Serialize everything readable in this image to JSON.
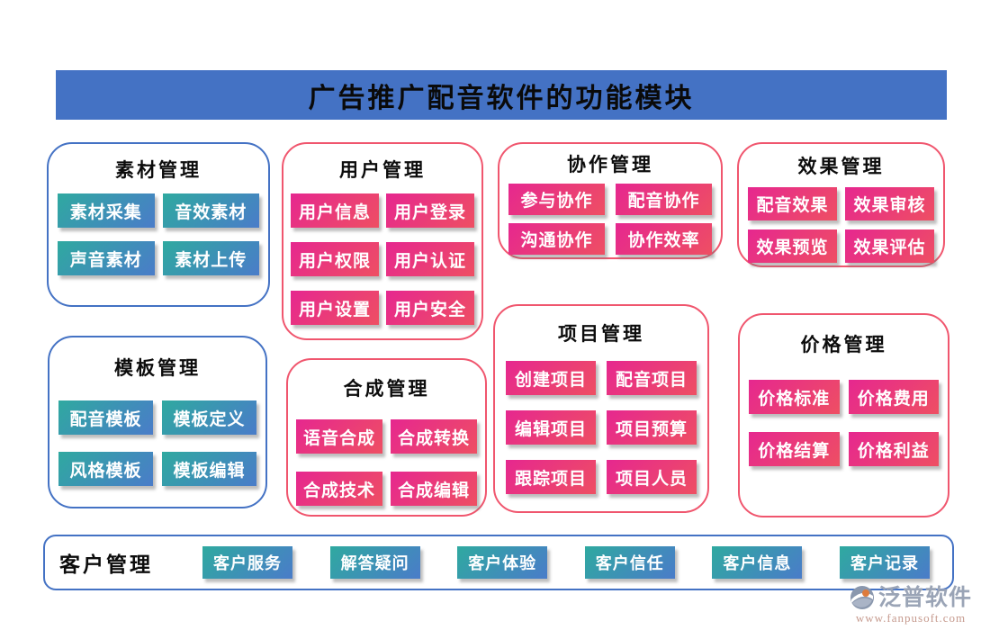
{
  "banner": {
    "title": "广告推广配音软件的功能模块"
  },
  "panels": [
    {
      "id": "material",
      "title": "素材管理",
      "theme": "blue",
      "buttons": [
        "素材采集",
        "音效素材",
        "声音素材",
        "素材上传"
      ]
    },
    {
      "id": "user",
      "title": "用户管理",
      "theme": "pink",
      "buttons": [
        "用户信息",
        "用户登录",
        "用户权限",
        "用户认证",
        "用户设置",
        "用户安全"
      ]
    },
    {
      "id": "collab",
      "title": "协作管理",
      "theme": "pink",
      "buttons": [
        "参与协作",
        "配音协作",
        "沟通协作",
        "协作效率"
      ]
    },
    {
      "id": "effect",
      "title": "效果管理",
      "theme": "pink",
      "buttons": [
        "配音效果",
        "效果审核",
        "效果预览",
        "效果评估"
      ]
    },
    {
      "id": "template",
      "title": "模板管理",
      "theme": "blue",
      "buttons": [
        "配音模板",
        "模板定义",
        "风格模板",
        "模板编辑"
      ]
    },
    {
      "id": "synthesis",
      "title": "合成管理",
      "theme": "pink",
      "buttons": [
        "语音合成",
        "合成转换",
        "合成技术",
        "合成编辑"
      ]
    },
    {
      "id": "project",
      "title": "项目管理",
      "theme": "pink",
      "buttons": [
        "创建项目",
        "配音项目",
        "编辑项目",
        "项目预算",
        "跟踪项目",
        "项目人员"
      ]
    },
    {
      "id": "price",
      "title": "价格管理",
      "theme": "pink",
      "buttons": [
        "价格标准",
        "价格费用",
        "价格结算",
        "价格利益"
      ]
    }
  ],
  "customer": {
    "title": "客户管理",
    "buttons": [
      "客户服务",
      "解答疑问",
      "客户体验",
      "客户信任",
      "客户信息",
      "客户记录"
    ]
  },
  "footer": {
    "brand": "泛普软件",
    "url": "www.fanpusoft.com",
    "icon": "fanpu-swirl-icon"
  },
  "colors": {
    "banner_bg": "#4472c4",
    "blue_border": "#4472c4",
    "pink_border": "#f0566e",
    "blue_btn_from": "#2fa9a0",
    "blue_btn_to": "#4a7cc9",
    "pink_btn_from": "#e6278f",
    "pink_btn_to": "#ee4f63",
    "title_color": "#0a0a0a"
  }
}
